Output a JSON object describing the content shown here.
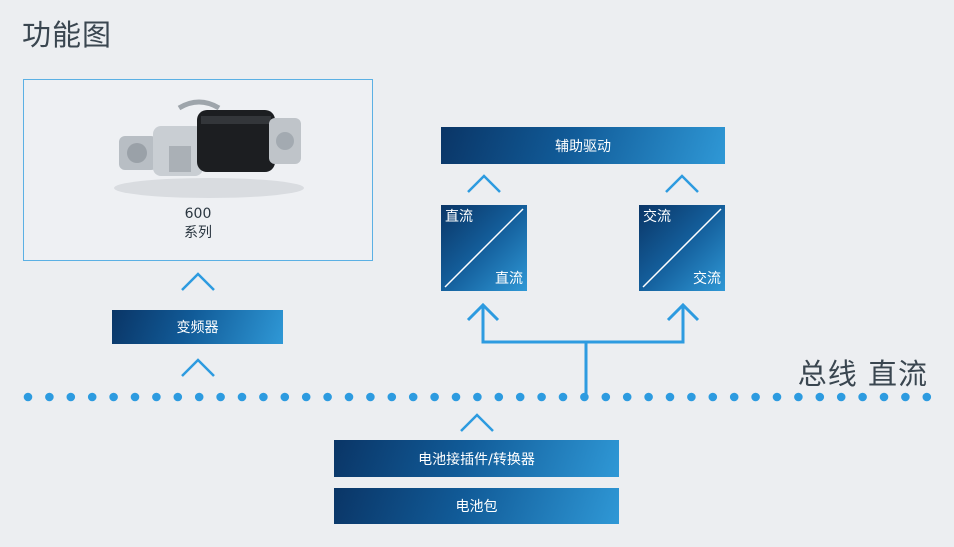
{
  "title": "功能图",
  "motor": {
    "model": "600",
    "series": "系列",
    "image": "electric-motor-image"
  },
  "inverter": {
    "label": "变频器"
  },
  "aux_drive": {
    "label": "辅助驱动"
  },
  "dcdc": {
    "in": "直流",
    "out": "直流"
  },
  "dcac": {
    "in": "交流",
    "out": "交流"
  },
  "bus": {
    "label": "总线 直流"
  },
  "connector": {
    "label": "电池接插件/转换器"
  },
  "battery": {
    "label": "电池包"
  },
  "colors": {
    "accent": "#2f98d6",
    "dark": "#0a3566",
    "bus": "#2d9be0"
  }
}
